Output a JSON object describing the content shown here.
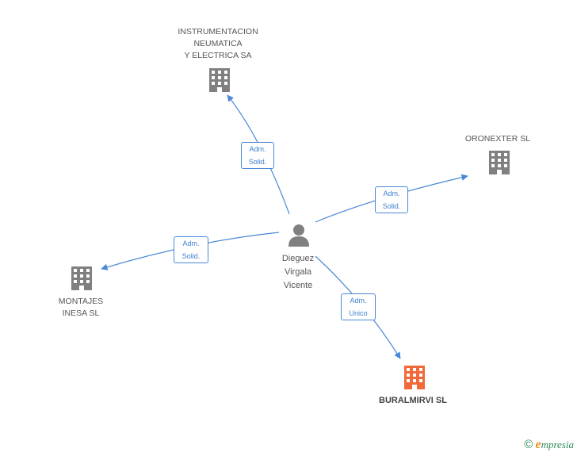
{
  "colors": {
    "edge": "#4a88d6",
    "company": "#808080",
    "main_company": "#f26a3a",
    "person": "#808080"
  },
  "nodes": {
    "instrumentacion": {
      "label": "INSTRUMENTACION\nNEUMATICA\nY ELECTRICA SA",
      "icon": "building-icon"
    },
    "oronexter": {
      "label": "ORONEXTER SL",
      "icon": "building-icon"
    },
    "montajes": {
      "label": "MONTAJES\nINESA SL",
      "icon": "building-icon"
    },
    "buralmirvi": {
      "label": "BURALMIRVI SL",
      "icon": "building-icon"
    },
    "person": {
      "label": "Dieguez\nVirgala\nVicente",
      "icon": "person-icon"
    }
  },
  "relations": {
    "to_instrumentacion": {
      "line1": "Adm.",
      "line2": "Solid."
    },
    "to_oronexter": {
      "line1": "Adm.",
      "line2": "Solid."
    },
    "to_montajes": {
      "line1": "Adm.",
      "line2": "Solid."
    },
    "to_buralmirvi": {
      "line1": "Adm.",
      "line2": "Unico"
    }
  },
  "footer": {
    "copyright": "©",
    "brand_initial": "e",
    "brand_rest": "mpresia"
  }
}
